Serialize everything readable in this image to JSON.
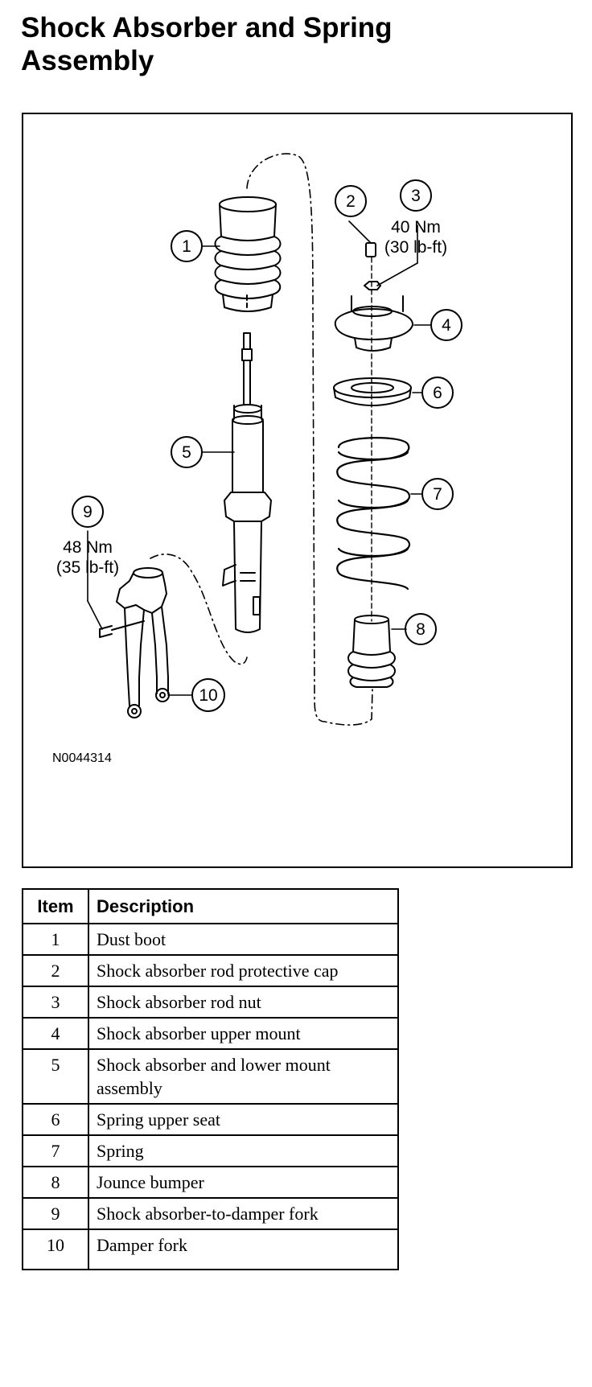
{
  "page": {
    "title": "Shock Absorber and Spring Assembly"
  },
  "figure": {
    "id": "N0044314",
    "callouts": [
      {
        "num": "1"
      },
      {
        "num": "2"
      },
      {
        "num": "3",
        "torque_nm": "40 Nm",
        "torque_lbft": "(30 lb-ft)"
      },
      {
        "num": "4"
      },
      {
        "num": "5"
      },
      {
        "num": "6"
      },
      {
        "num": "7"
      },
      {
        "num": "8"
      },
      {
        "num": "9",
        "torque_nm": "48 Nm",
        "torque_lbft": "(35 lb-ft)"
      },
      {
        "num": "10"
      }
    ]
  },
  "table": {
    "headers": {
      "item": "Item",
      "description": "Description"
    },
    "rows": [
      {
        "item": "1",
        "description": "Dust boot"
      },
      {
        "item": "2",
        "description": "Shock absorber rod protective cap"
      },
      {
        "item": "3",
        "description": "Shock absorber rod nut"
      },
      {
        "item": "4",
        "description": "Shock absorber upper mount"
      },
      {
        "item": "5",
        "description": "Shock absorber and lower mount assembly"
      },
      {
        "item": "6",
        "description": "Spring upper seat"
      },
      {
        "item": "7",
        "description": "Spring"
      },
      {
        "item": "8",
        "description": "Jounce bumper"
      },
      {
        "item": "9",
        "description": "Shock absorber-to-damper fork"
      },
      {
        "item": "10",
        "description": "Damper fork"
      }
    ]
  }
}
